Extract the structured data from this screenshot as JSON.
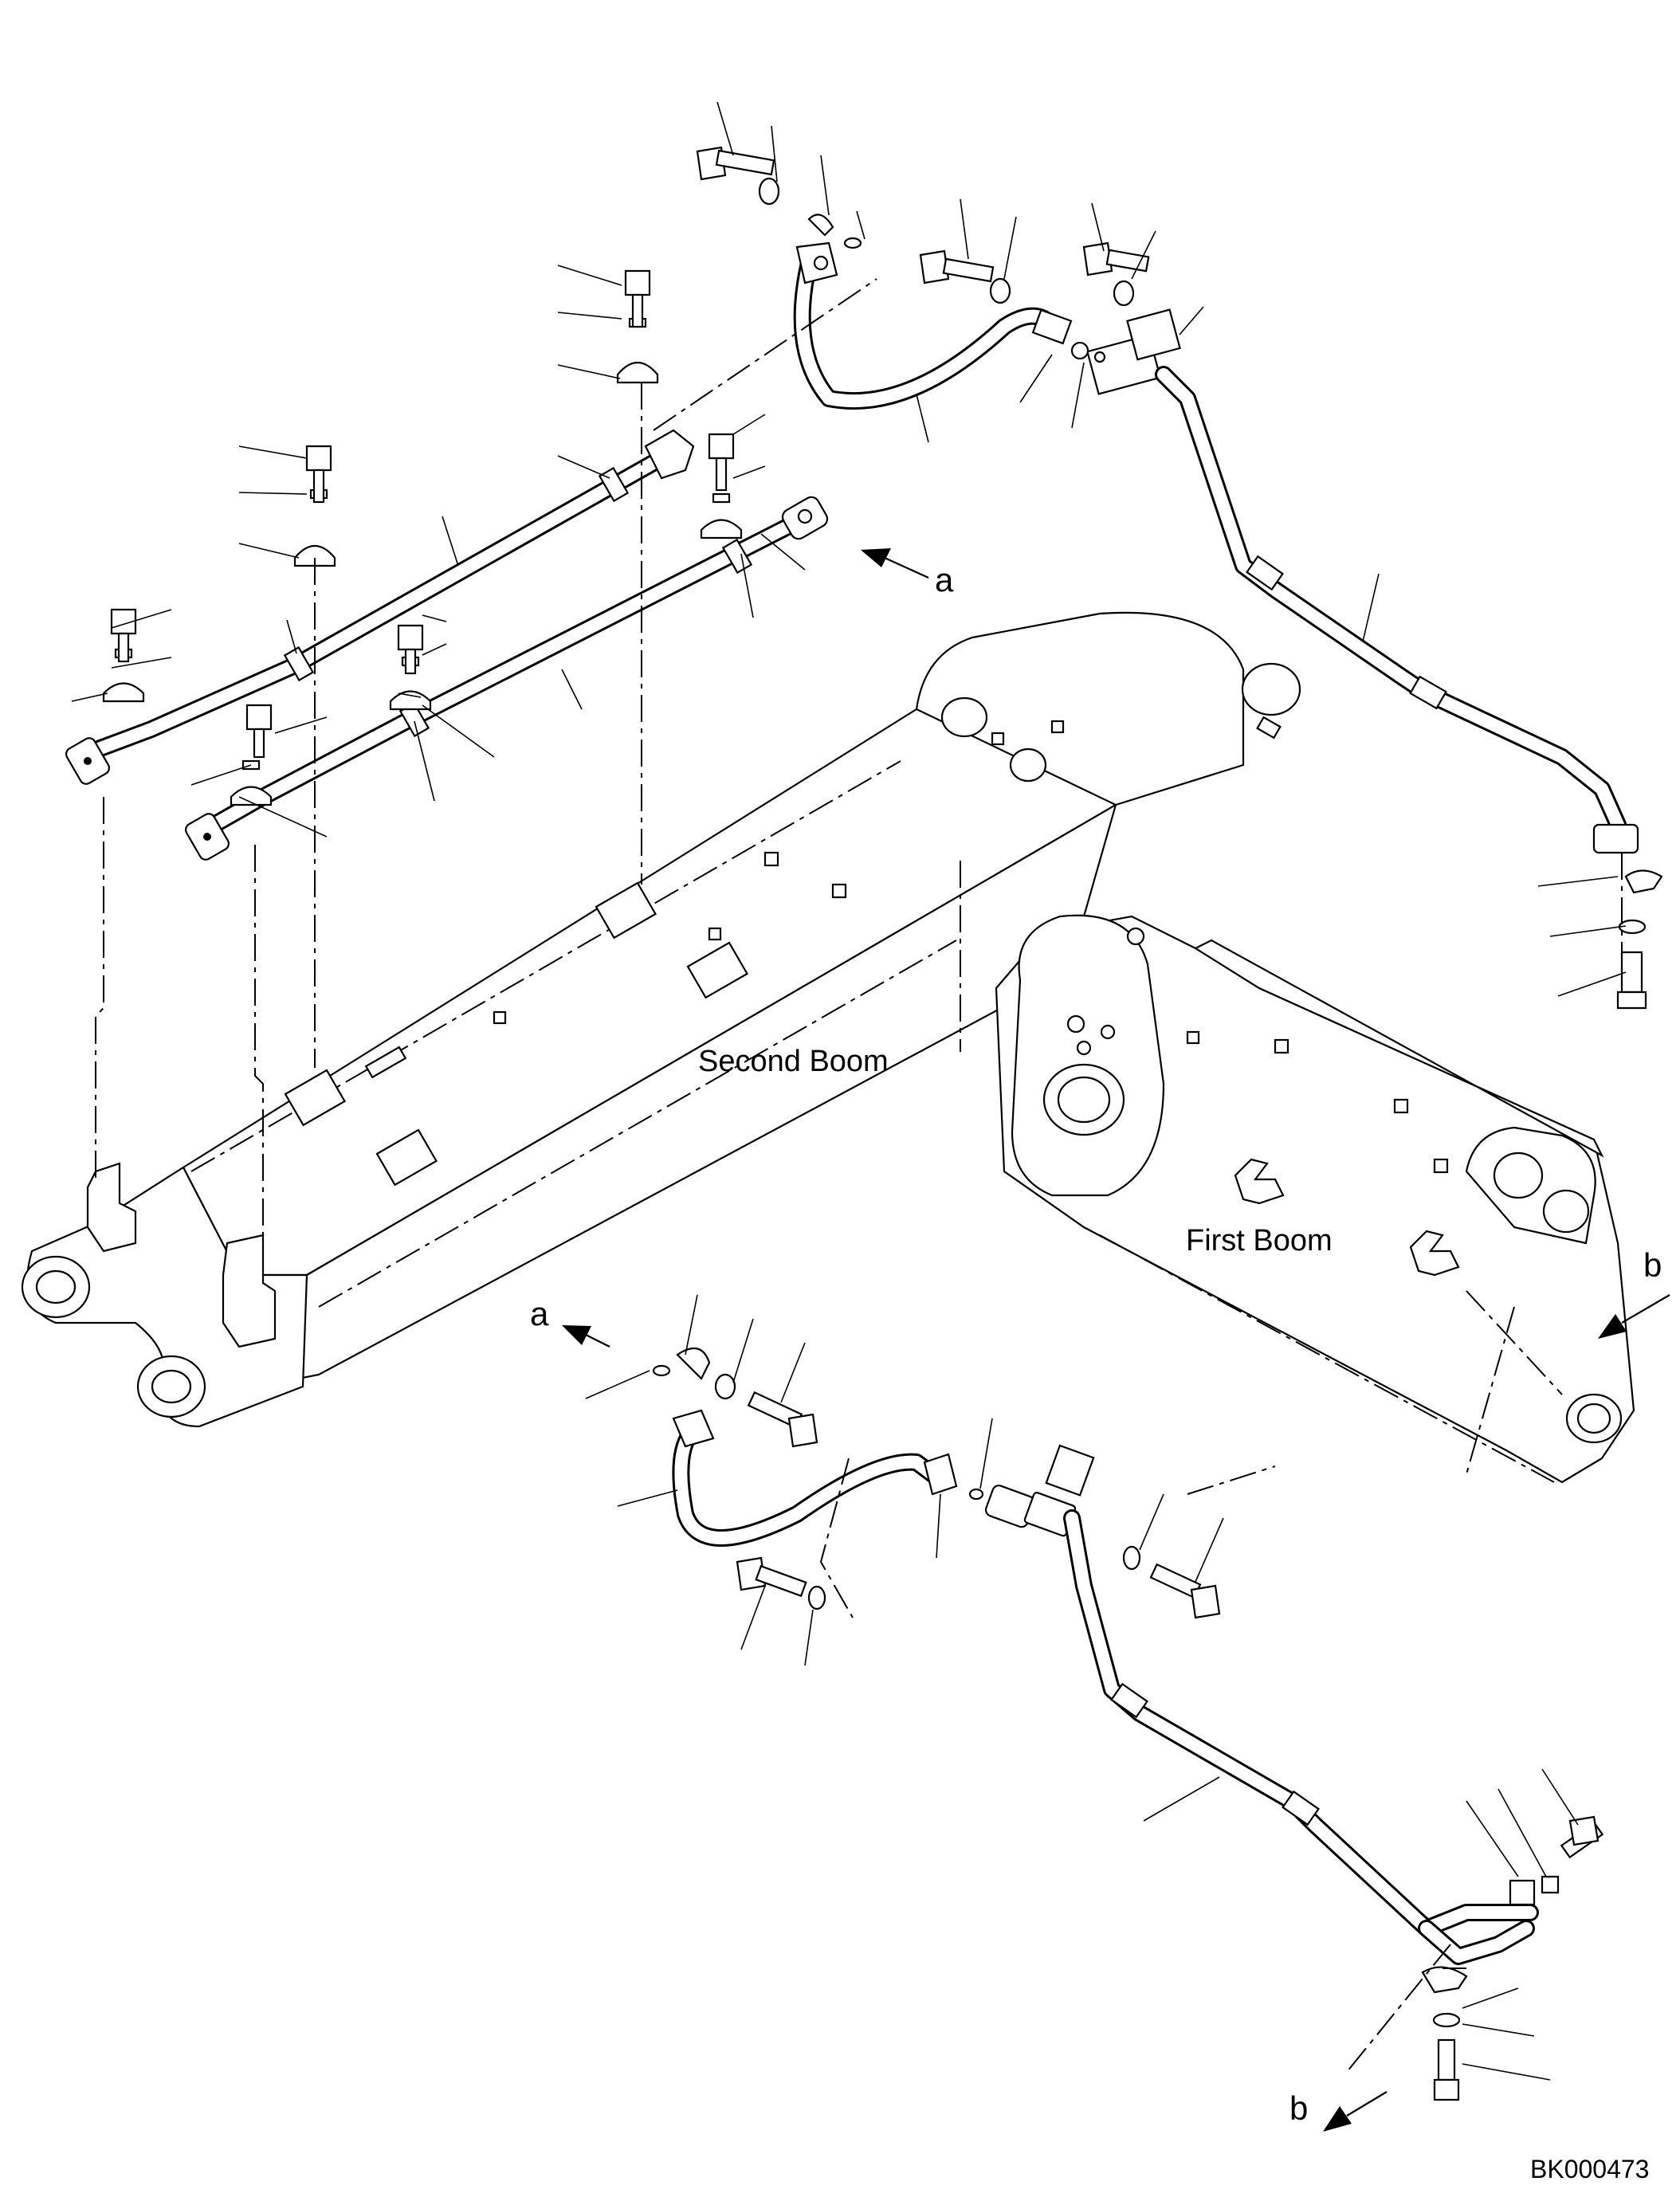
{
  "labels": {
    "second_boom": "Second Boom",
    "first_boom": "First Boom",
    "view_a_top": "a",
    "view_a_bottom": "a",
    "view_b_right": "b",
    "view_b_bottom": "b",
    "drawing_code": "BK000473"
  }
}
